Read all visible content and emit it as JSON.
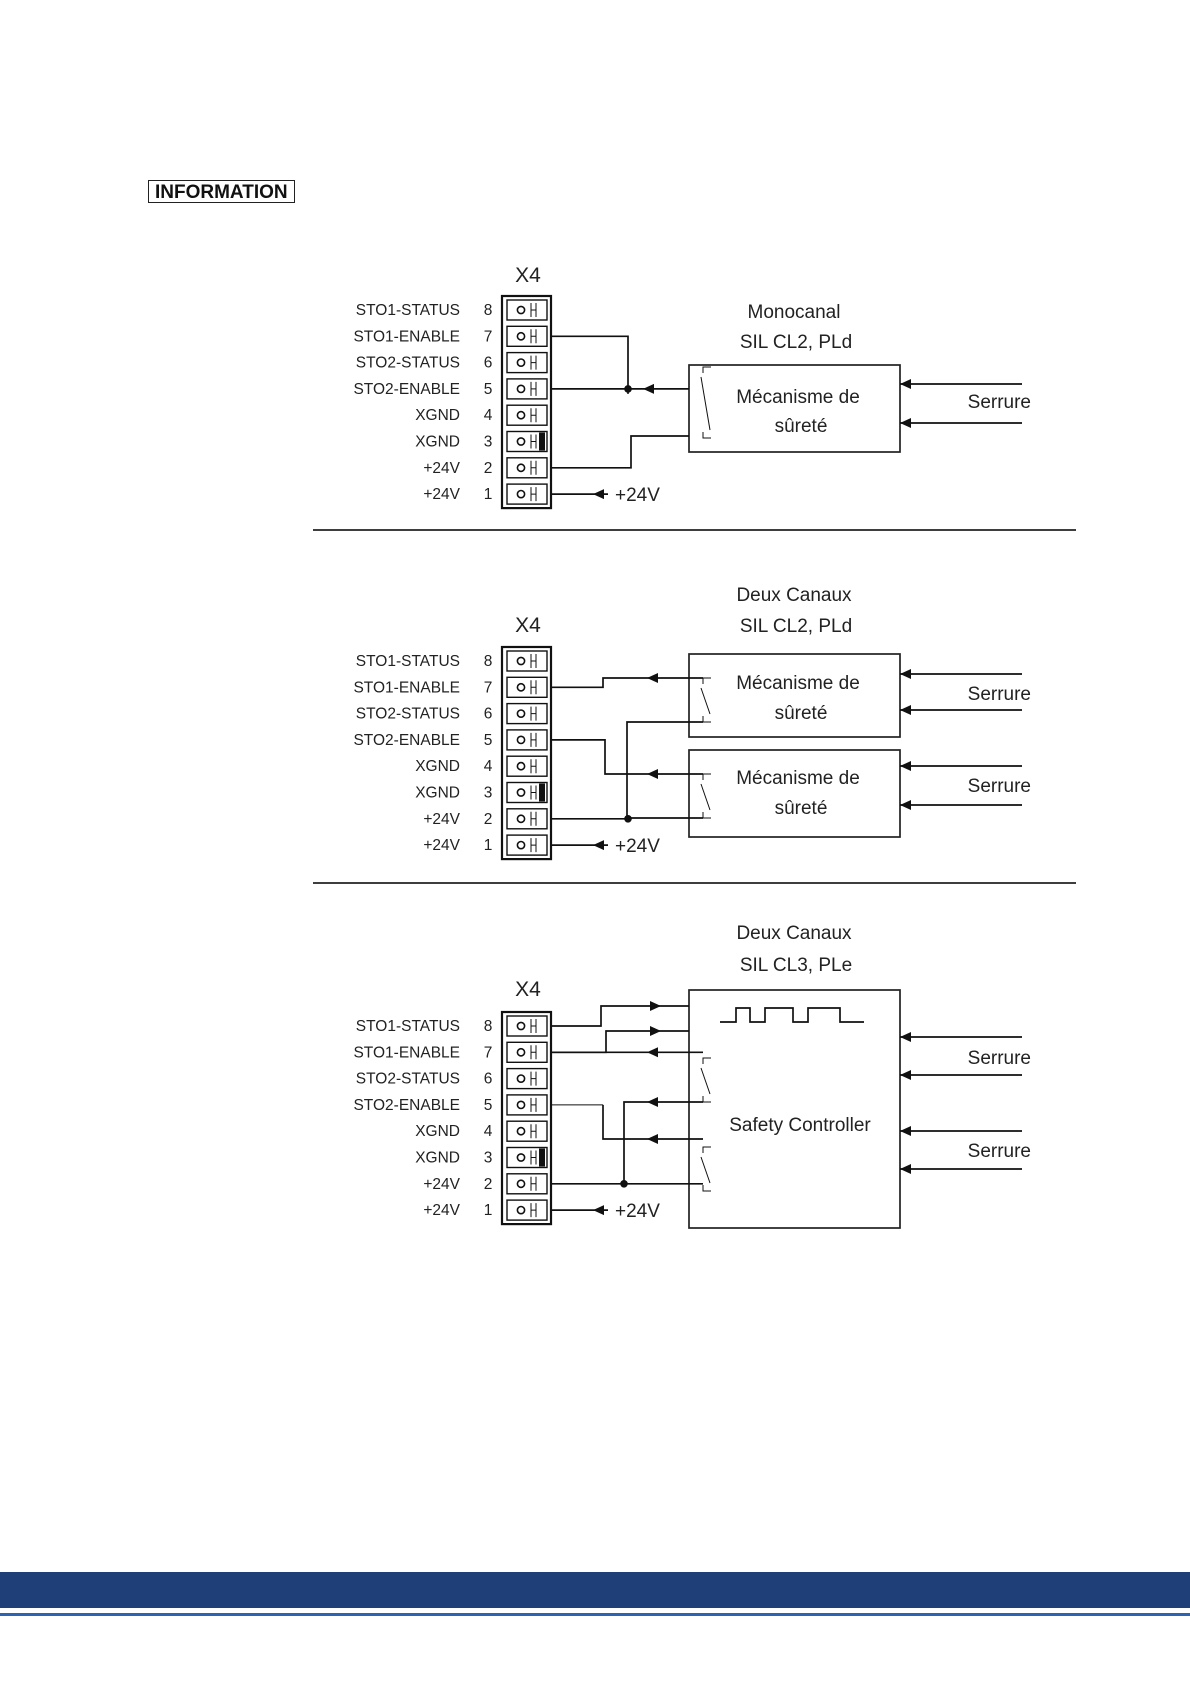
{
  "info_badge": "INFORMATION",
  "colors": {
    "footer_band": "#1e3f77",
    "footer_rule": "#2a64b3"
  },
  "connector_label": "X4",
  "pin_labels": [
    "STO1-STATUS",
    "STO1-ENABLE",
    "STO2-STATUS",
    "STO2-ENABLE",
    "XGND",
    "XGND",
    "+24V",
    "+24V"
  ],
  "pin_numbers": [
    "8",
    "7",
    "6",
    "5",
    "4",
    "3",
    "2",
    "1"
  ],
  "supply_label": "+24V",
  "lock_label": "Serrure",
  "diagrams": [
    {
      "title_line1": "Monocanal",
      "title_line2": "SIL CL2, PLd",
      "devices": [
        {
          "line1": "Mécanisme de",
          "line2": "sûreté"
        }
      ]
    },
    {
      "title_line1": "Deux Canaux",
      "title_line2": "SIL CL2, PLd",
      "devices": [
        {
          "line1": "Mécanisme de",
          "line2": "sûreté"
        },
        {
          "line1": "Mécanisme de",
          "line2": "sûreté"
        }
      ]
    },
    {
      "title_line1": "Deux Canaux",
      "title_line2": "SIL CL3, PLe",
      "devices": [
        {
          "line1": "Safety Controller",
          "line2": ""
        }
      ]
    }
  ]
}
